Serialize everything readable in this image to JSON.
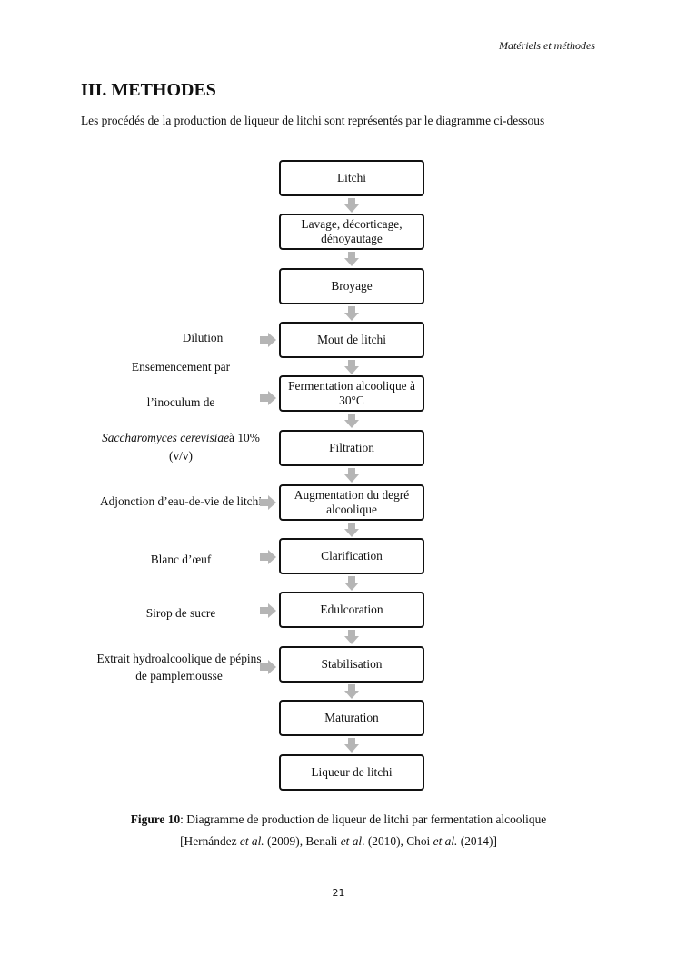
{
  "header": {
    "text": "Matériels et méthodes"
  },
  "section": {
    "title": "III. METHODES",
    "intro": "Les procédés de la production de liqueur de litchi  sont représentés par le diagramme ci-dessous"
  },
  "flowchart": {
    "steps": [
      "Litchi",
      "Lavage, décorticage, dénoyautage",
      "Broyage",
      "Mout de litchi",
      "Fermentation alcoolique à 30°C",
      "Filtration",
      "Augmentation du degré alcoolique",
      "Clarification",
      "Edulcoration",
      "Stabilisation",
      "Maturation",
      "Liqueur de litchi"
    ],
    "inputs": {
      "dilution": "Dilution",
      "inoculation": {
        "line1": "Ensemencement par",
        "line2": "l’inoculum de",
        "species": "Saccharomyces cerevisiae",
        "rest": "à 10% (v/v)"
      },
      "eau_de_vie": "Adjonction d’eau-de-vie de litchi",
      "blanc_oeuf": "Blanc d’œuf",
      "sirop": "Sirop de sucre",
      "extrait": "Extrait hydroalcoolique de pépins de pamplemousse"
    }
  },
  "caption": {
    "label": "Figure 10",
    "text": ": Diagramme de production de liqueur de litchi par fermentation alcoolique",
    "refs": {
      "open": "[Hernández ",
      "etal1": "et al.",
      "r1": " (2009), Benali ",
      "etal2": "et al",
      "r2": ". (2010), Choi ",
      "etal3": "et al.",
      "r3": " (2014)]"
    }
  },
  "page_number": "21",
  "colors": {
    "arrow": "#b5b5b5",
    "border": "#111111"
  }
}
